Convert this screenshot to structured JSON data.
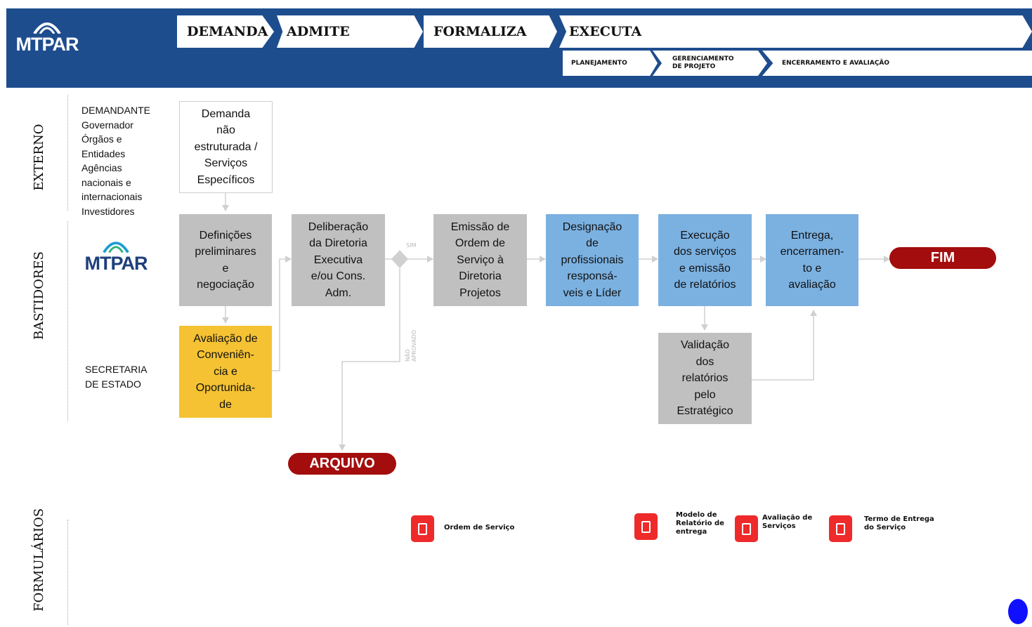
{
  "header": {
    "logo": "MTPAR",
    "stages": [
      "DEMANDA",
      "ADMITE",
      "FORMALIZA",
      "EXECUTA"
    ],
    "substages": [
      "PLANEJAMENTO",
      "GERENCIAMENTO\nDE PROJETO",
      "ENCERRAMENTO E AVALIAÇÃO"
    ]
  },
  "lanes": {
    "externo": "EXTERNO",
    "bastidores": "BASTIDORES",
    "formularios": "FORMULÁRIOS"
  },
  "actors": {
    "externo": "DEMANDANTE\nGovernador\nÓrgãos e\nEntidades\nAgências\nnacionais e\ninternacionais\nInvestidores",
    "mtpar_logo": "MTPAR",
    "secretaria": "SECRETARIA\nDE ESTADO"
  },
  "boxes": {
    "demanda": "Demanda\nnão\nestruturada /\nServiços\nEspecíficos",
    "definicoes": "Definições\npreliminares\ne\nnegociação",
    "avaliacao": "Avaliação de\nConveniên-\ncia e\nOportunida-\nde",
    "deliberacao": "Deliberação\nda Diretoria\nExecutiva\ne/ou Cons.\nAdm.",
    "emissao": "Emissão de\nOrdem de\nServiço à\nDiretoria\nProjetos",
    "designacao": "Designação\nde\nprofissionais\nresponsá-\nveis e Líder",
    "execucao": "Execução\ndos serviços\ne emissão\nde relatórios",
    "entrega": "Entrega,\nencerramen-\nto e\navaliação",
    "validacao": "Validação\ndos\nrelatórios\npelo\nEstratégico"
  },
  "decision": {
    "yes": "SIM",
    "no": "NÃO\nAPROVADO"
  },
  "terminals": {
    "fim": "FIM",
    "arquivo": "ARQUIVO"
  },
  "forms": [
    {
      "label": "Ordem de Serviço",
      "icon": "document-icon"
    },
    {
      "label": "Modelo de\nRelatório de\nentrega",
      "icon": "document-icon"
    },
    {
      "label": "Avaliação de\nServiços",
      "icon": "document-icon"
    },
    {
      "label": "Termo de Entrega\ndo Serviço",
      "icon": "document-icon"
    }
  ],
  "colors": {
    "header": "#1e4d8e",
    "gray": "#c0c0c0",
    "blue": "#7bb1e1",
    "yellow": "#f5c233",
    "terminal": "#a30d0d",
    "form_icon": "#ee2a2a"
  }
}
